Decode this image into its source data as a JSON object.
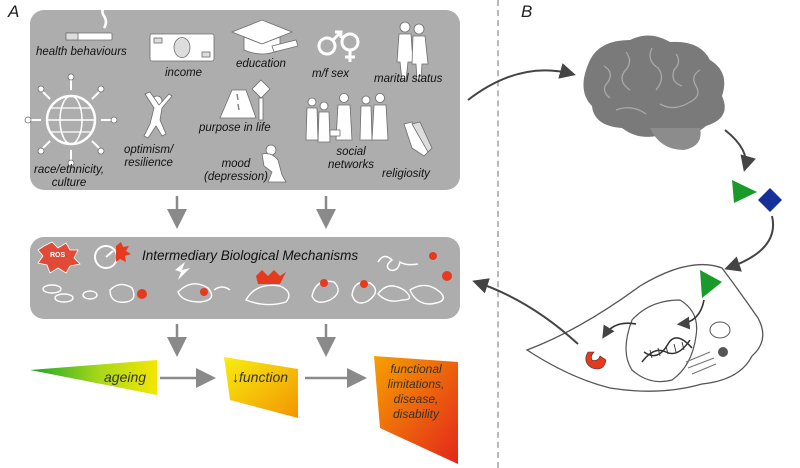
{
  "panels": {
    "a": "A",
    "b": "B"
  },
  "factors": {
    "health_behaviours": "health behaviours",
    "income": "income",
    "education": "education",
    "sex": "m/f sex",
    "marital_status": "marital status",
    "race": "race/ethnicity,\nculture",
    "optimism": "optimism/\nresilience",
    "purpose": "purpose in life",
    "social_networks": "social\nnetworks",
    "mood": "mood\n(depression)",
    "religiosity": "religiosity"
  },
  "mechanisms": {
    "title": "Intermediary Biological Mechanisms",
    "ros": "ROS"
  },
  "outcomes": {
    "ageing": "ageing",
    "function": "↓function",
    "limitations": "functional\nlimitations,\ndisease,\ndisability"
  },
  "colors": {
    "box_grey": "#adadad",
    "arrow_grey": "#8a8a8a",
    "green": "#1a9a2a",
    "blue": "#16309a",
    "red": "#e53a1e",
    "yellow": "#f5e200",
    "orange": "#f08a00"
  },
  "icons": {
    "health_behaviours": "cigarette-icon",
    "income": "banknote-icon",
    "education": "graduation-cap-icon",
    "sex": "gender-symbols-icon",
    "marital_status": "couple-icon",
    "race": "globe-people-icon",
    "optimism": "jumping-person-icon",
    "purpose": "road-sign-icon",
    "social_networks": "people-group-icon",
    "mood": "sad-person-icon",
    "religiosity": "praying-hands-icon",
    "brain": "brain-icon",
    "cell": "cell-icon"
  }
}
